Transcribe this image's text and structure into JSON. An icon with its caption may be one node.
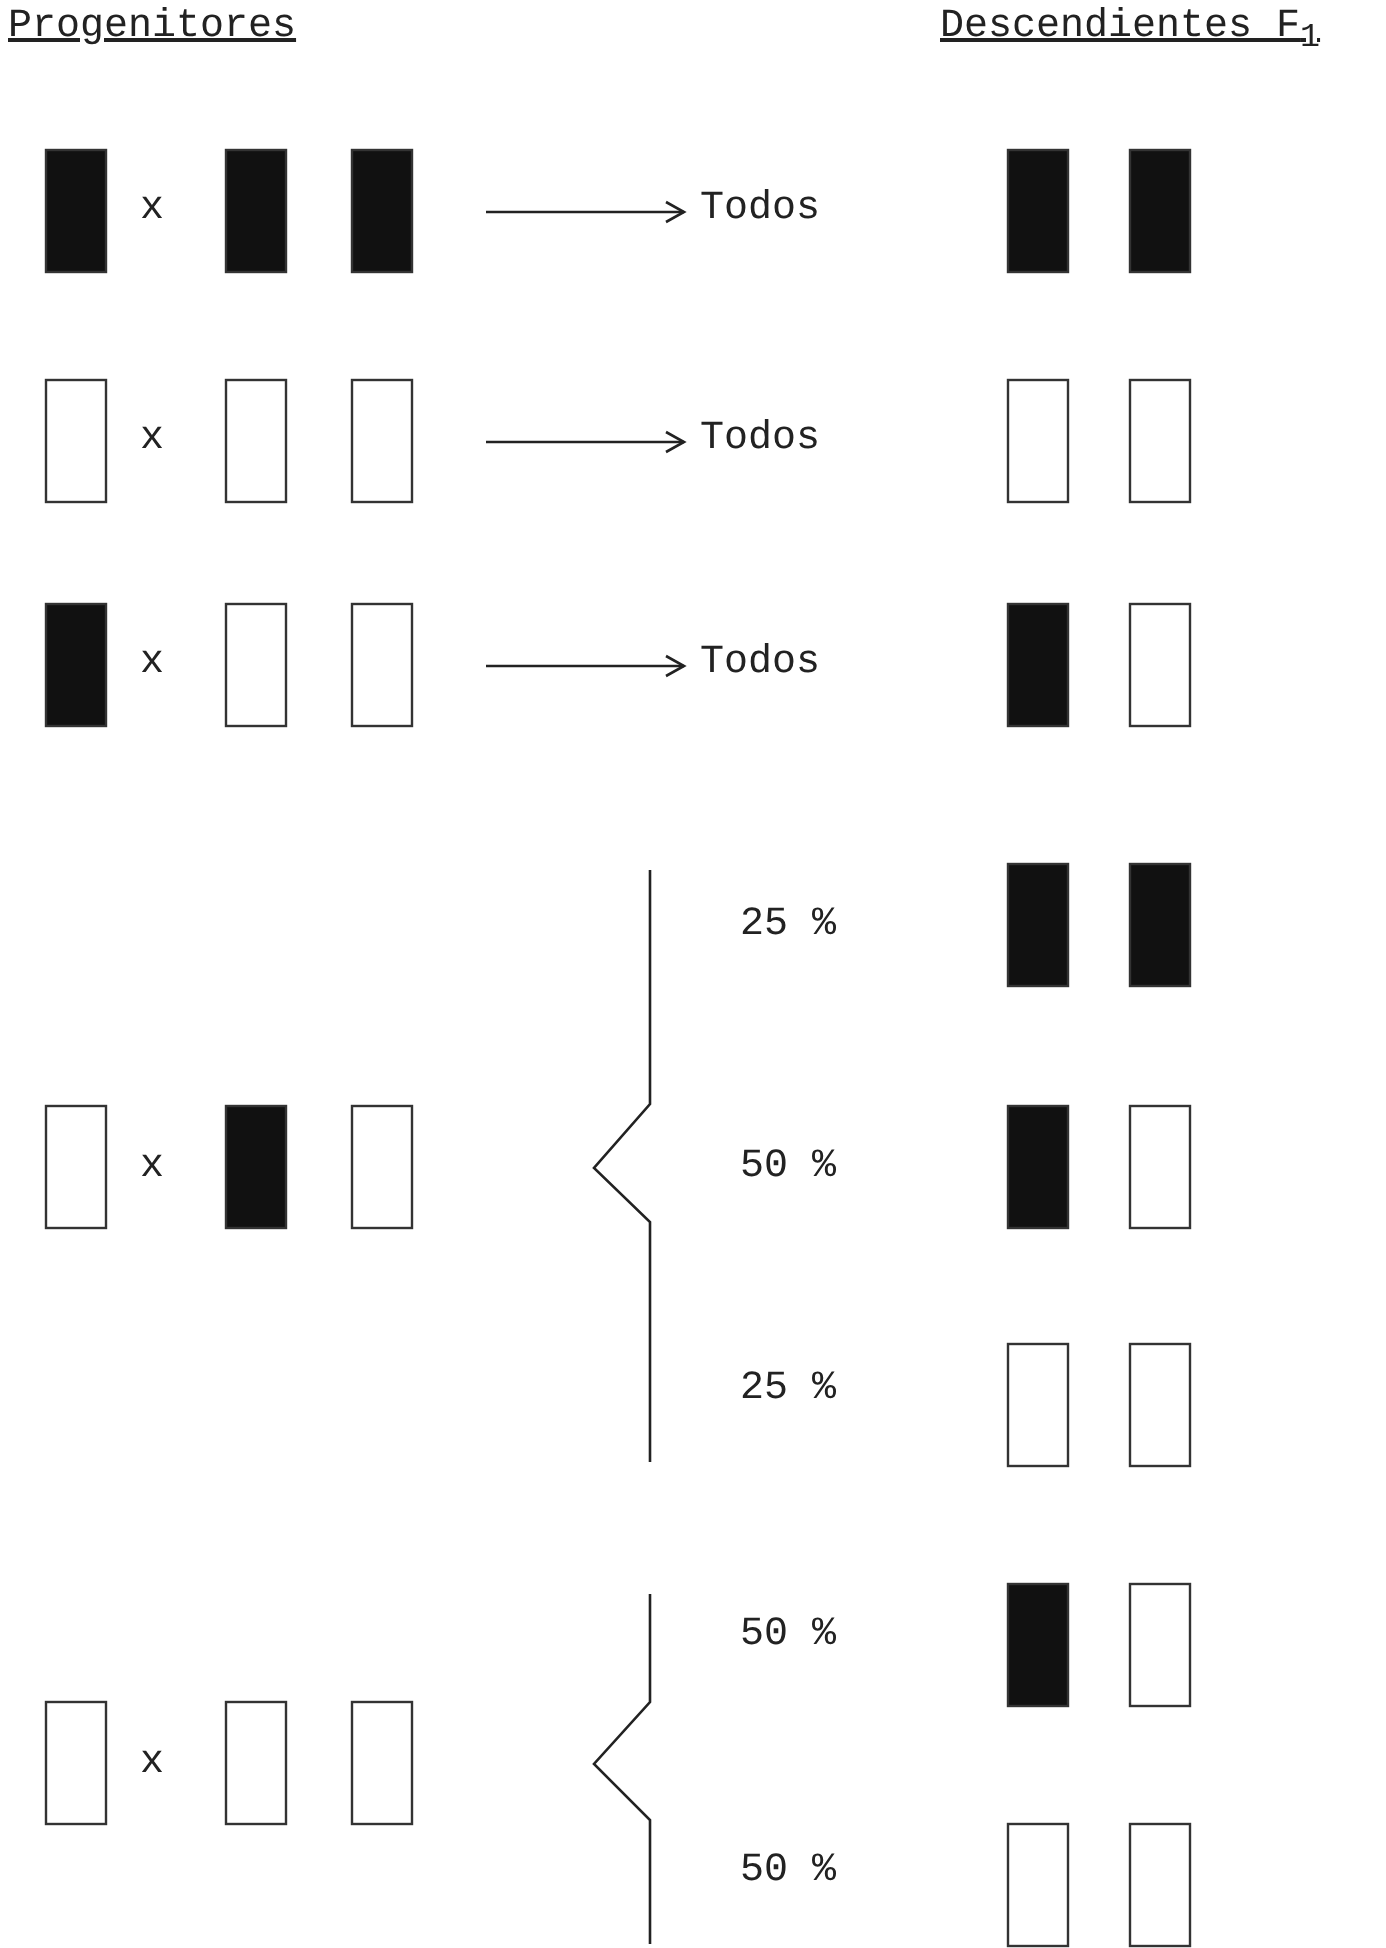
{
  "diagram": {
    "nodes": [
      {
        "text": [
          "Todos"
        ]
      },
      {
        "text": [
          "Todos"
        ]
      },
      {
        "text": [
          "Todos"
        ]
      }
    ],
    "edges": [
      {
        "from": null,
        "to": 0,
        "arrow": "to"
      },
      {
        "from": null,
        "to": 1,
        "arrow": "to"
      },
      {
        "from": null,
        "to": 2,
        "arrow": "to"
      }
    ],
    "labels": [
      "Progenitores",
      "Descendientes F$_{1}$",
      "x",
      "x",
      "x",
      "25 %",
      "x",
      "50 %",
      "25 %",
      "50 %",
      "x",
      "50 %"
    ]
  }
}
